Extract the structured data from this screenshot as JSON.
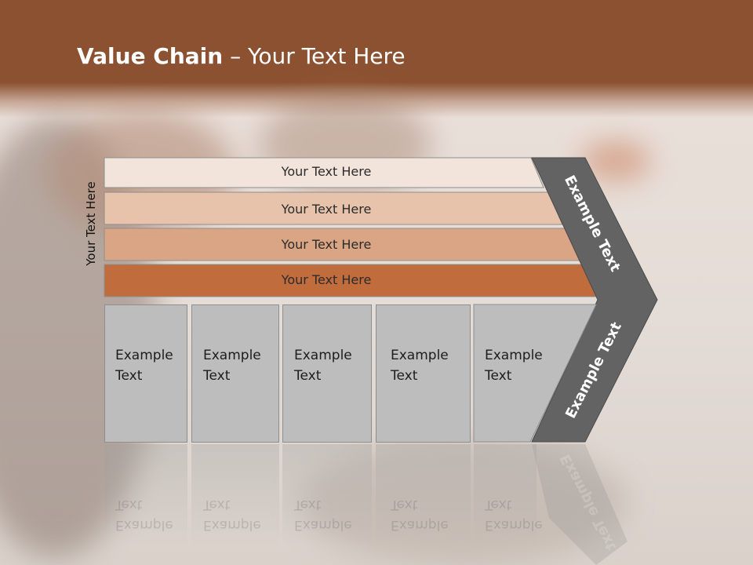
{
  "title": {
    "bold": "Value Chain",
    "rest": " – Your Text Here"
  },
  "side_label": "Your Text Here",
  "bands": [
    {
      "label": "Your Text Here",
      "color": "#f3e4db"
    },
    {
      "label": "Your Text Here",
      "color": "#e8c3ab"
    },
    {
      "label": "Your Text Here",
      "color": "#d9a584"
    },
    {
      "label": "Your Text Here",
      "color": "#c06c3d"
    }
  ],
  "boxes": [
    {
      "line1": "Example",
      "line2": "Text"
    },
    {
      "line1": "Example",
      "line2": "Text"
    },
    {
      "line1": "Example",
      "line2": "Text"
    },
    {
      "line1": "Example",
      "line2": "Text"
    },
    {
      "line1": "Example",
      "line2": "Text"
    }
  ],
  "chevron": {
    "top_label": "Example Text",
    "bottom_label": "Example Text",
    "color": "#636363"
  }
}
